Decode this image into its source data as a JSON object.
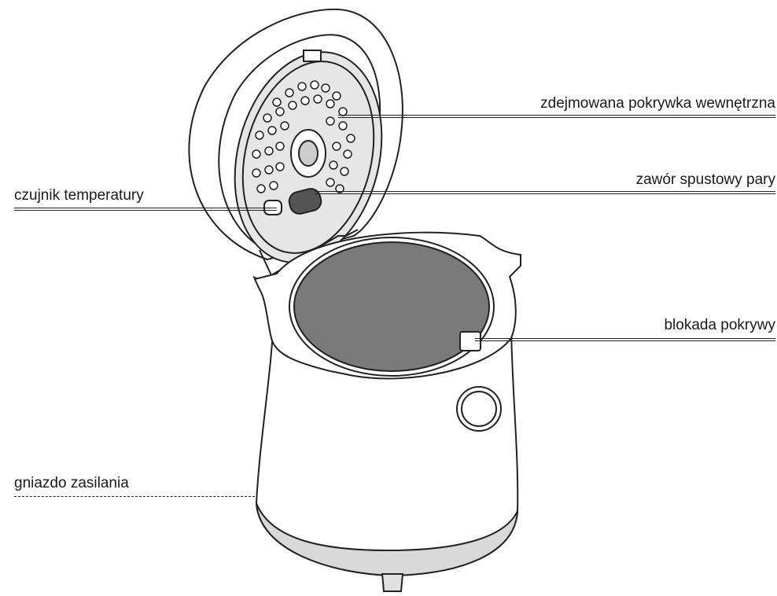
{
  "labels": {
    "inner_lid": "zdejmowana pokrywka wewnętrzna",
    "steam_valve": "zawór spustowy pary",
    "temp_sensor": "czujnik temperatury",
    "lid_lock": "blokada pokrywy",
    "power_socket": "gniazdo zasilania"
  },
  "colors": {
    "stroke": "#222222",
    "inner_pot": "#7a7a7a",
    "body": "#ffffff",
    "base_band": "#d9d9d9",
    "lid_plate": "#e6e6e6"
  }
}
